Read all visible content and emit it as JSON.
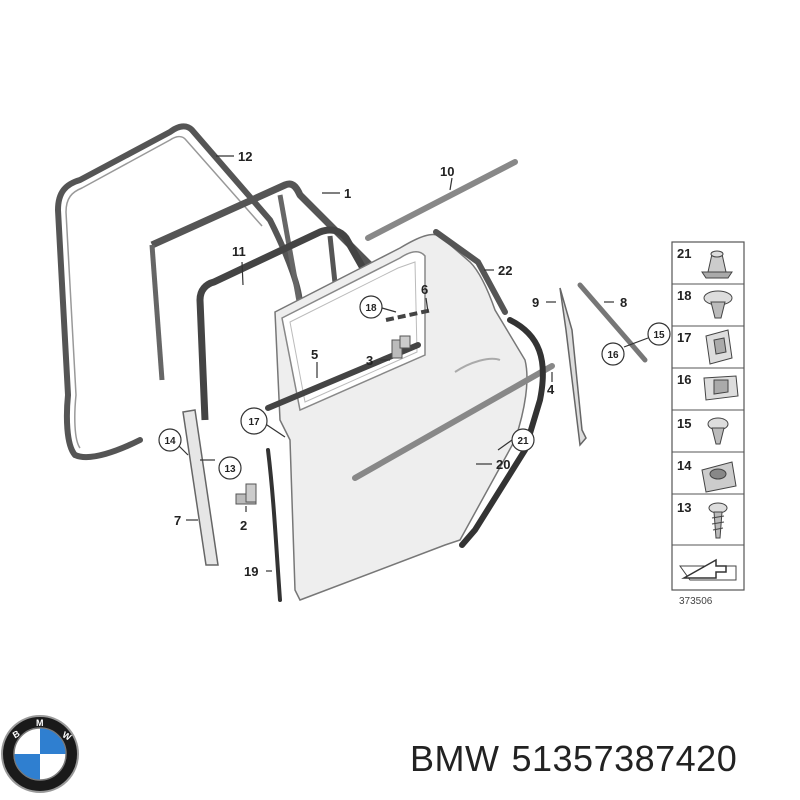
{
  "callouts": [
    {
      "id": "c12",
      "label": "12"
    },
    {
      "id": "c1",
      "label": "1"
    },
    {
      "id": "c10",
      "label": "10"
    },
    {
      "id": "c11",
      "label": "11"
    },
    {
      "id": "c18",
      "label": "18"
    },
    {
      "id": "c6",
      "label": "6"
    },
    {
      "id": "c22",
      "label": "22"
    },
    {
      "id": "c9",
      "label": "9"
    },
    {
      "id": "c8",
      "label": "8"
    },
    {
      "id": "c15",
      "label": "15"
    },
    {
      "id": "c16",
      "label": "16"
    },
    {
      "id": "c5",
      "label": "5"
    },
    {
      "id": "c3",
      "label": "3"
    },
    {
      "id": "c4",
      "label": "4"
    },
    {
      "id": "c17",
      "label": "17"
    },
    {
      "id": "c14",
      "label": "14"
    },
    {
      "id": "c13",
      "label": "13"
    },
    {
      "id": "c21",
      "label": "21"
    },
    {
      "id": "c20",
      "label": "20"
    },
    {
      "id": "c7",
      "label": "7"
    },
    {
      "id": "c2",
      "label": "2"
    },
    {
      "id": "c19",
      "label": "19"
    }
  ],
  "legend": [
    {
      "label": "21",
      "icon": "plastic-clip-icon"
    },
    {
      "label": "18",
      "icon": "rivet-clip-icon"
    },
    {
      "label": "17",
      "icon": "clip-nut-icon"
    },
    {
      "label": "16",
      "icon": "retaining-clip-icon"
    },
    {
      "label": "15",
      "icon": "screw-icon"
    },
    {
      "label": "14",
      "icon": "expanding-nut-icon"
    },
    {
      "label": "13",
      "icon": "tapping-screw-icon"
    }
  ],
  "diagram_id": "373506",
  "brand": {
    "name": "BMW",
    "part_number": "51357387420"
  },
  "colors": {
    "line": "#444444",
    "seal": "#555555",
    "door_fill": "#eeeeee"
  }
}
